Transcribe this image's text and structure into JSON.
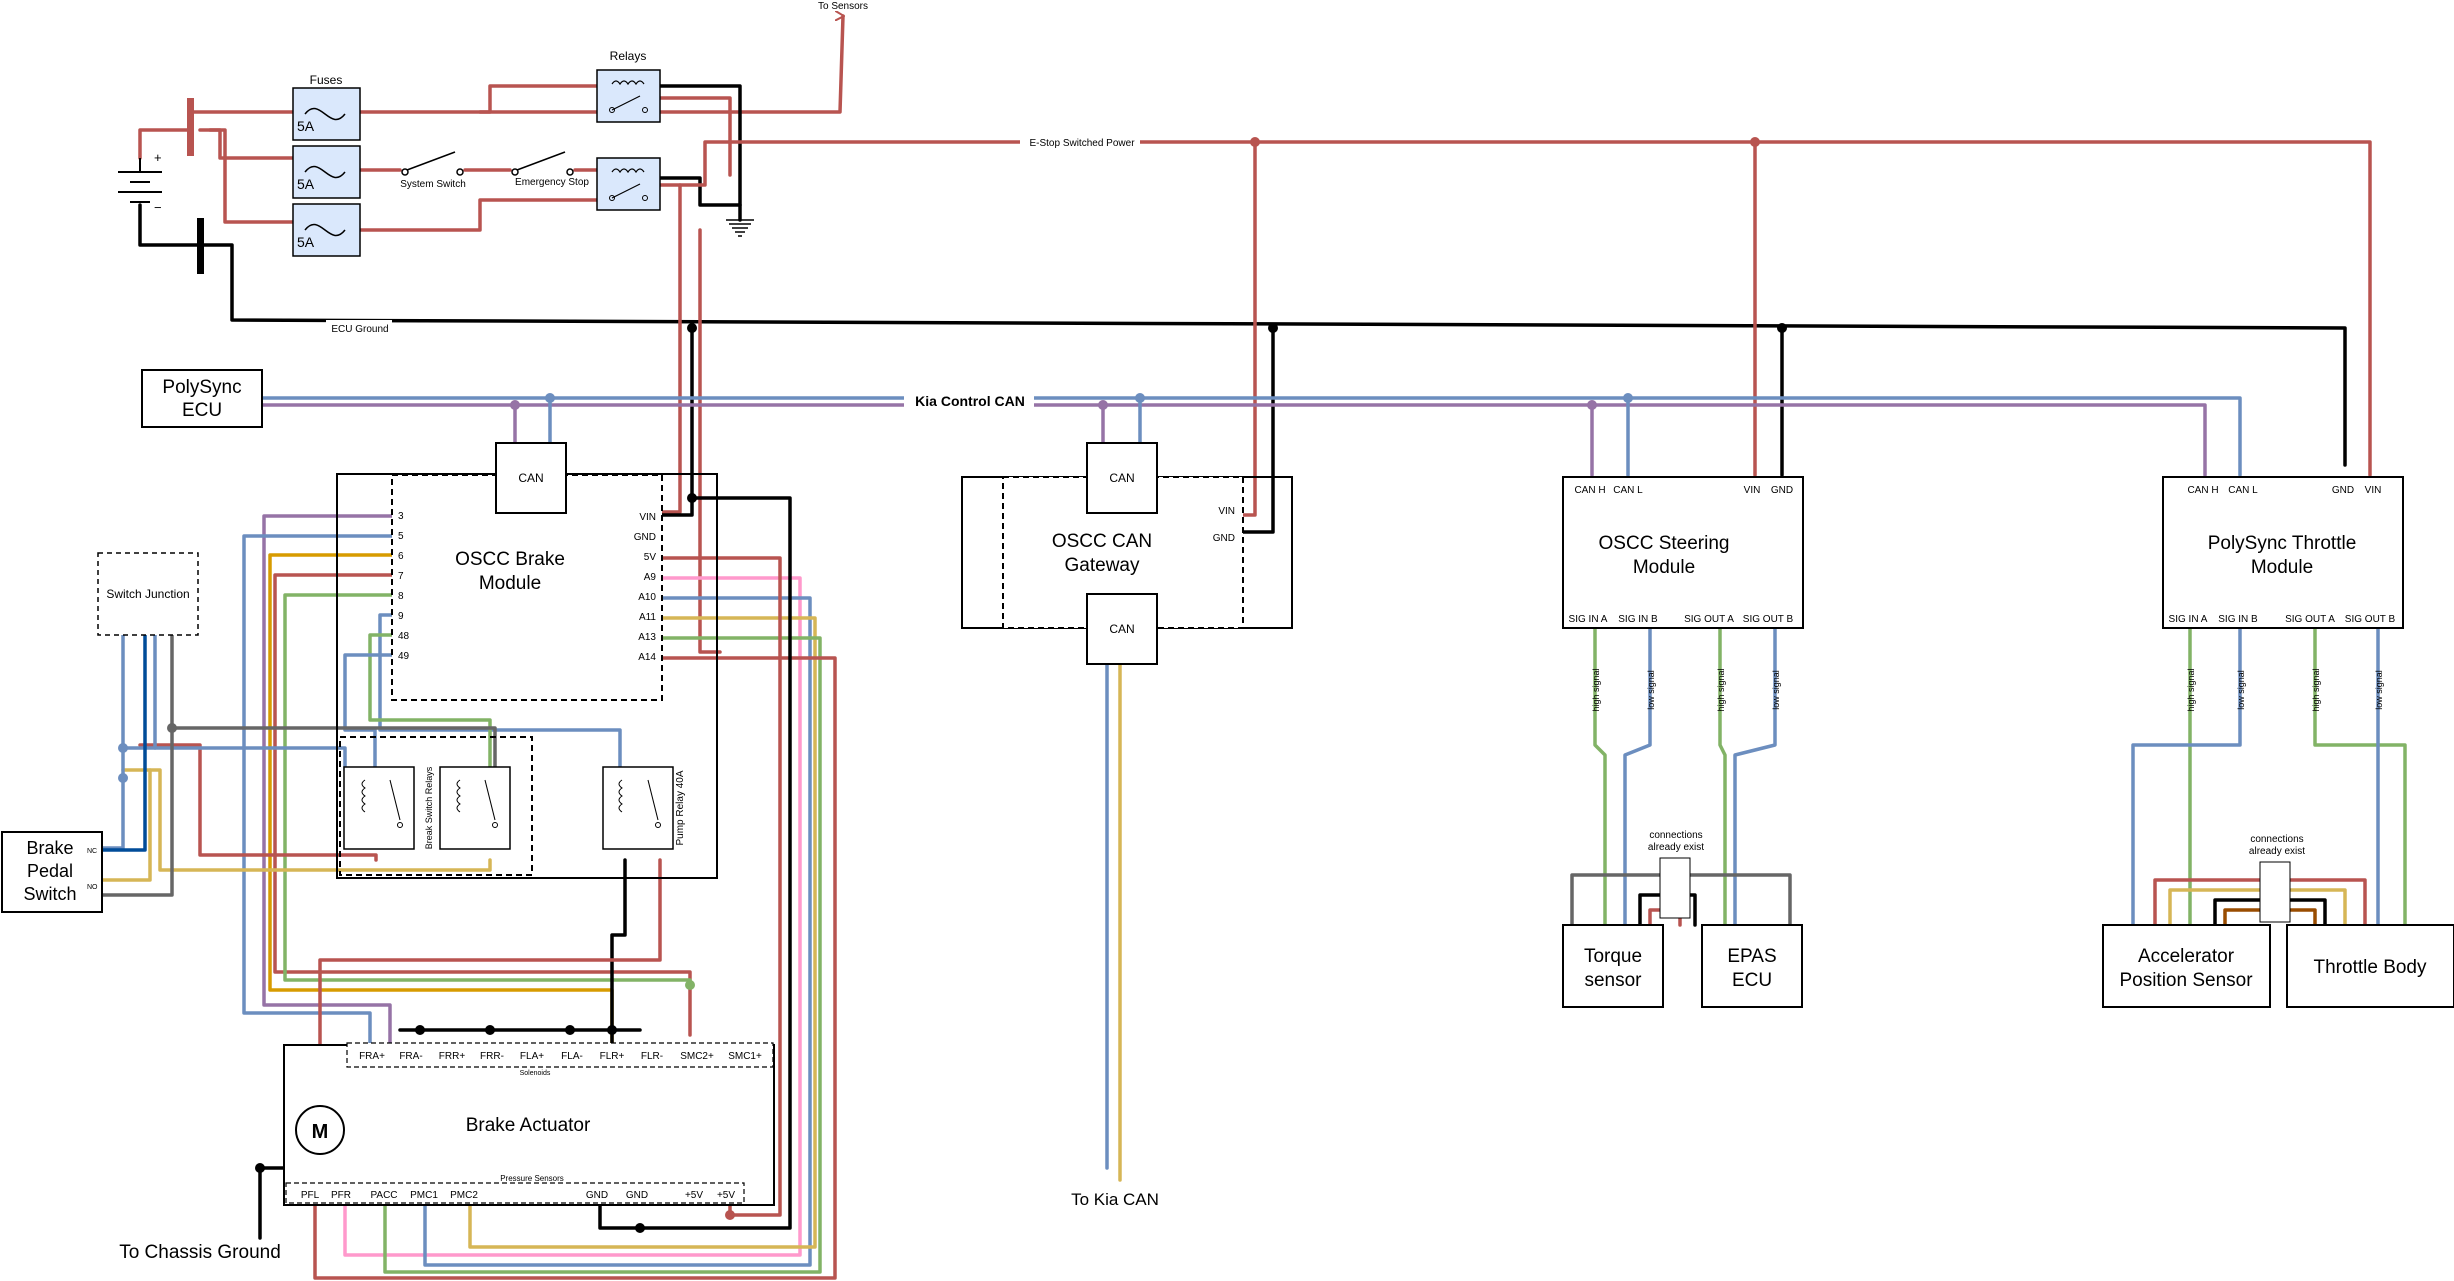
{
  "labels": {
    "to_sensors": "To Sensors",
    "fuses": "Fuses",
    "relays": "Relays",
    "fuse_rating": "5A",
    "system_switch": "System Switch",
    "emergency_stop": "Emergency Stop",
    "estop_power": "E-Stop Switched Power",
    "ecu_ground": "ECU Ground",
    "kia_can": "Kia Control CAN",
    "polysync_ecu": [
      "PolySync",
      "ECU"
    ],
    "can": "CAN",
    "brake_module": [
      "OSCC Brake",
      "Module"
    ],
    "gateway": [
      "OSCC CAN",
      "Gateway"
    ],
    "steering_module": [
      "OSCC Steering",
      "Module"
    ],
    "throttle_module": [
      "PolySync Throttle",
      "Module"
    ],
    "switch_junction": "Switch Junction",
    "brake_pedal_switch": [
      "Brake",
      "Pedal",
      "Switch"
    ],
    "nc": "NC",
    "no": "NO",
    "brake_switch_relays": "Break Switch Relays",
    "pump_relay": "Pump Relay 40A",
    "brake_actuator": "Brake Actuator",
    "solenoids": "Solenoids",
    "pressure_sensors": "Pressure Sensors",
    "motor": "M",
    "to_chassis_ground": "To Chassis Ground",
    "to_kia_can": "To Kia CAN",
    "torque_sensor": [
      "Torque",
      "sensor"
    ],
    "epas_ecu": [
      "EPAS",
      "ECU"
    ],
    "accel_sensor": [
      "Accelerator",
      "Position Sensor"
    ],
    "throttle_body": "Throttle Body",
    "connections_exist": [
      "connections",
      "already exist"
    ],
    "high_signal": "high signal",
    "low_signal": "low signal",
    "battery_plus": "+",
    "battery_minus": "−"
  },
  "brake_pins_left": [
    "3",
    "5",
    "6",
    "7",
    "8",
    "9",
    "48",
    "49"
  ],
  "brake_pins_right": [
    "VIN",
    "GND",
    "5V",
    "A9",
    "A10",
    "A11",
    "A13",
    "A14"
  ],
  "gateway_pins": [
    "VIN",
    "GND"
  ],
  "steering_top_pins": [
    "CAN H",
    "CAN L",
    "VIN",
    "GND"
  ],
  "steering_bottom_pins": [
    "SIG IN A",
    "SIG IN B",
    "SIG OUT A",
    "SIG OUT B"
  ],
  "throttle_top_pins": [
    "CAN H",
    "CAN L",
    "GND",
    "VIN"
  ],
  "throttle_bottom_pins": [
    "SIG IN A",
    "SIG IN B",
    "SIG OUT A",
    "SIG OUT B"
  ],
  "solenoid_pins": [
    "FRA+",
    "FRA-",
    "FRR+",
    "FRR-",
    "FLA+",
    "FLA-",
    "FLR+",
    "FLR-",
    "SMC2+",
    "SMC1+"
  ],
  "sensor_pins": [
    "PFL",
    "PFR",
    "PACC",
    "PMC1",
    "PMC2",
    "GND",
    "GND",
    "+5V",
    "+5V"
  ],
  "colors": {
    "power": "#b85450",
    "ground": "#000000",
    "can_high": "#9673a6",
    "can_low": "#6c8ebf",
    "green": "#82b366",
    "yellow": "#d6b656",
    "orange": "#d79b00",
    "pink": "#ff99cc",
    "gray": "#666666",
    "navy": "#004c99",
    "fuse_fill": "#dae8fc",
    "brown": "#994c00"
  }
}
